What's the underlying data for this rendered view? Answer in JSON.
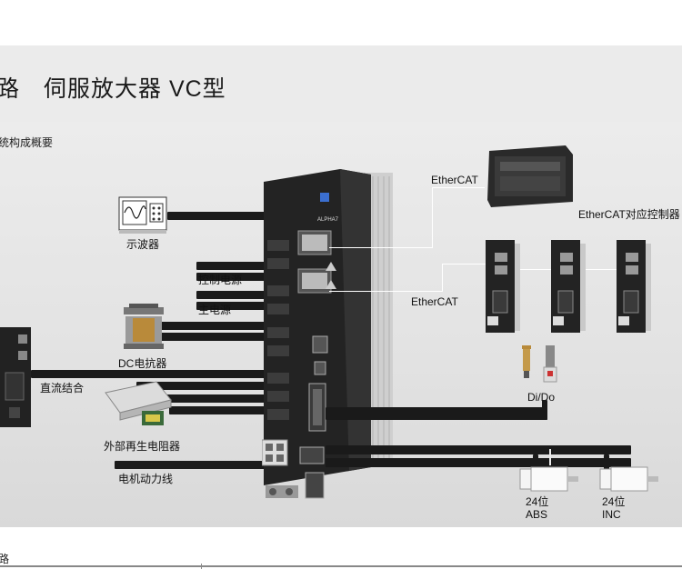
{
  "page": {
    "title": "路　伺服放大器 VC型",
    "subtitle": "统构成概要",
    "bottom_text": "路"
  },
  "labels": {
    "oscilloscope": "示波器",
    "control_power": "控制电源",
    "main_power": "主电源",
    "dc_reactor": "DC电抗器",
    "dc_link": "直流结合",
    "regen_resistor": "外部再生电阻器",
    "motor_power": "电机动力线",
    "ethercat_top": "EtherCAT",
    "ethercat_controller": "EtherCAT对应控制器",
    "ethercat_mid": "EtherCAT",
    "dido": "Di/Do",
    "enc1_bits": "24位",
    "enc1_type": "ABS",
    "enc2_bits": "24位",
    "enc2_type": "INC"
  },
  "device": {
    "brand": "ALPHA7"
  },
  "colors": {
    "background": "#e6e6e6",
    "cable": "#1a1a1a",
    "device_body": "#222222",
    "heatsink": "#cfcfcf"
  }
}
